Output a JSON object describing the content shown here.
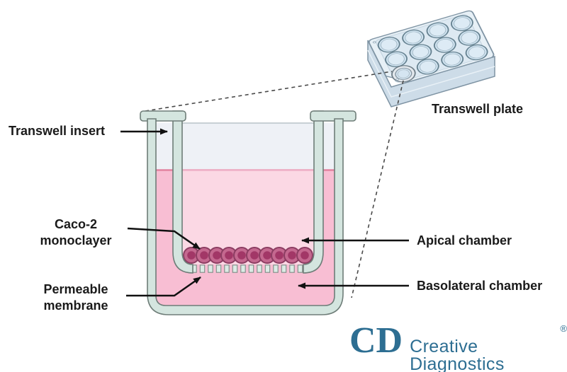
{
  "labels": {
    "transwell_insert": "Transwell insert",
    "caco2_line1": "Caco-2",
    "caco2_line2": "monoclayer",
    "permeable_line1": "Permeable",
    "permeable_line2": "membrane",
    "apical_chamber": "Apical chamber",
    "basolateral_chamber": "Basolateral chamber",
    "transwell_plate": "Transwell plate"
  },
  "logo": {
    "initials": "CD",
    "name": "Creative Diagnostics",
    "registered_mark": "®",
    "color": "#2d6e92"
  },
  "figure": {
    "type": "diagram",
    "subject": "Transwell insert culture system with Caco-2 monolayer",
    "plate": {
      "rows": 3,
      "cols": 4,
      "well_count": 12,
      "insert_well_position": "front-left"
    },
    "cell_count": 10,
    "colors": {
      "vessel_wall": "#d4e5df",
      "wall_outline": "#6e7d78",
      "insert_interior": "#eef1f6",
      "apical_medium": "#fbd8e4",
      "basolateral_medium": "#f8bed3",
      "liquid_surface_line": "#e282a0",
      "cell_body": "#c4688f",
      "cell_nucleus": "#a23767",
      "membrane": "#dcebe5",
      "plate_top": "#e7f0f6",
      "plate_side": "#cddce8",
      "plate_well": "#cfe2ef",
      "arrow": "#111111",
      "label_text": "#1a1a1a"
    }
  }
}
